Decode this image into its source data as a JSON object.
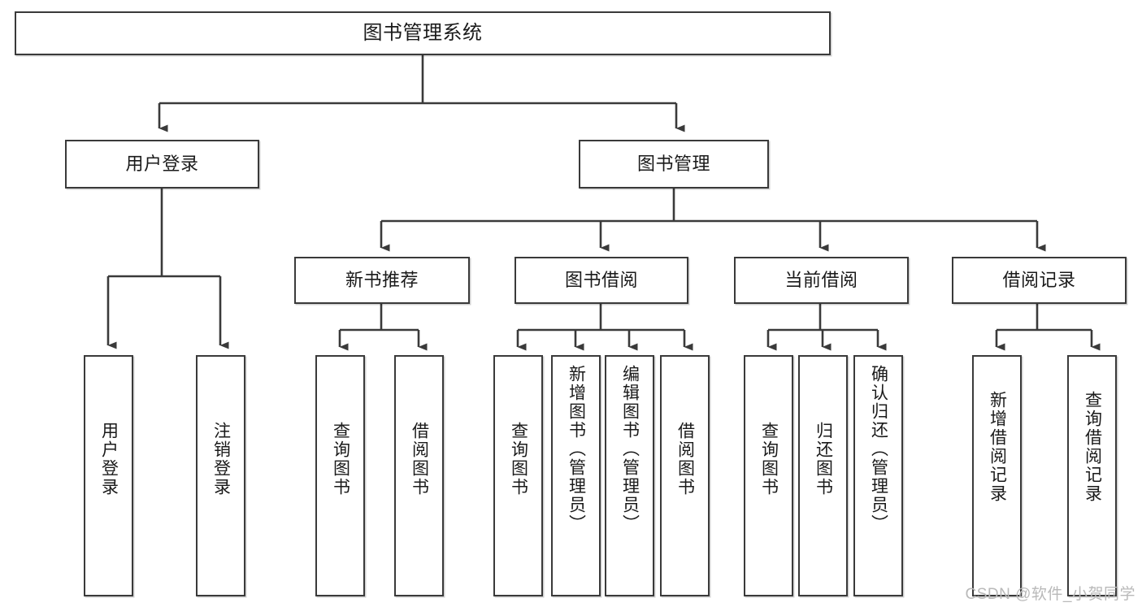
{
  "diagram": {
    "type": "tree-hierarchy",
    "title": "图书管理系统",
    "root": {
      "id": "root",
      "label": "图书管理系统",
      "orientation": "horizontal"
    },
    "level1": [
      {
        "id": "user-login",
        "label": "用户登录",
        "orientation": "horizontal"
      },
      {
        "id": "book-management",
        "label": "图书管理",
        "orientation": "horizontal"
      }
    ],
    "level2": [
      {
        "id": "new-book-recommend",
        "label": "新书推荐",
        "parent": "book-management",
        "orientation": "horizontal"
      },
      {
        "id": "book-borrow",
        "label": "图书借阅",
        "parent": "book-management",
        "orientation": "horizontal"
      },
      {
        "id": "current-borrow",
        "label": "当前借阅",
        "parent": "book-management",
        "orientation": "horizontal"
      },
      {
        "id": "borrow-record",
        "label": "借阅记录",
        "parent": "book-management",
        "orientation": "horizontal"
      }
    ],
    "leaves": [
      {
        "id": "leaf-user-login",
        "label": "用户登录",
        "parent": "user-login",
        "orientation": "vertical"
      },
      {
        "id": "leaf-logout-login",
        "label": "注销登录",
        "parent": "user-login",
        "orientation": "vertical"
      },
      {
        "id": "leaf-query-book-1",
        "label": "查询图书",
        "parent": "new-book-recommend",
        "orientation": "vertical"
      },
      {
        "id": "leaf-borrow-book-1",
        "label": "借阅图书",
        "parent": "new-book-recommend",
        "orientation": "vertical"
      },
      {
        "id": "leaf-query-book-2",
        "label": "查询图书",
        "parent": "book-borrow",
        "orientation": "vertical"
      },
      {
        "id": "leaf-add-book",
        "label": "新增图书（管理员）",
        "parent": "book-borrow",
        "orientation": "vertical"
      },
      {
        "id": "leaf-edit-book",
        "label": "编辑图书（管理员）",
        "parent": "book-borrow",
        "orientation": "vertical"
      },
      {
        "id": "leaf-borrow-book-2",
        "label": "借阅图书",
        "parent": "book-borrow",
        "orientation": "vertical"
      },
      {
        "id": "leaf-query-book-3",
        "label": "查询图书",
        "parent": "current-borrow",
        "orientation": "vertical"
      },
      {
        "id": "leaf-return-book",
        "label": "归还图书",
        "parent": "current-borrow",
        "orientation": "vertical"
      },
      {
        "id": "leaf-confirm-return",
        "label": "确认归还（管理员）",
        "parent": "current-borrow",
        "orientation": "vertical"
      },
      {
        "id": "leaf-add-record",
        "label": "新增借阅记录",
        "parent": "borrow-record",
        "orientation": "vertical"
      },
      {
        "id": "leaf-query-record",
        "label": "查询借阅记录",
        "parent": "borrow-record",
        "orientation": "vertical"
      }
    ],
    "colors": {
      "box_border": "#3a3a3a",
      "box_fill": "#ffffff",
      "connector": "#3a3a3a",
      "text": "#1a1a1a",
      "watermark": "#b9b9b9",
      "background": "#ffffff"
    }
  },
  "watermark": {
    "text": "CSDN @软件_小贺同学"
  }
}
